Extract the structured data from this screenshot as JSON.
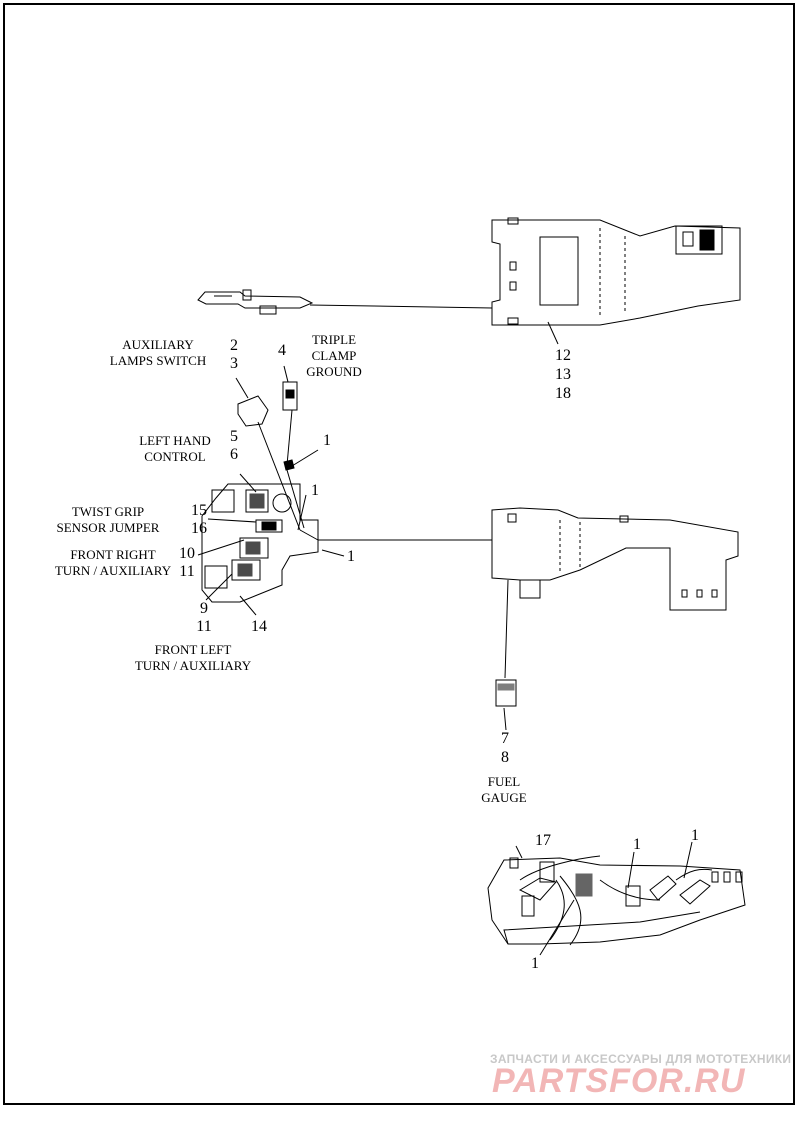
{
  "labels": {
    "auxiliary_lamps_switch": [
      "AUXILIARY",
      "LAMPS SWITCH"
    ],
    "triple_clamp_ground": [
      "TRIPLE",
      "CLAMP",
      "GROUND"
    ],
    "left_hand_control": [
      "LEFT HAND",
      "CONTROL"
    ],
    "twist_grip_sensor_jumper": [
      "TWIST GRIP",
      "SENSOR JUMPER"
    ],
    "front_right_turn": [
      "FRONT RIGHT",
      "TURN / AUXILIARY"
    ],
    "front_left_turn": [
      "FRONT LEFT",
      "TURN / AUXILIARY"
    ],
    "fuel_gauge": [
      "FUEL",
      "GAUGE"
    ]
  },
  "callouts": {
    "c2": "2",
    "c3": "3",
    "c4": "4",
    "c5": "5",
    "c6": "6",
    "c1_a": "1",
    "c1_b": "1",
    "c1_c": "1",
    "c15": "15",
    "c16": "16",
    "c10": "10",
    "c11_a": "11",
    "c9": "9",
    "c11_b": "11",
    "c14": "14",
    "c12": "12",
    "c13": "13",
    "c18": "18",
    "c7": "7",
    "c8": "8",
    "c17": "17",
    "c1_d": "1",
    "c1_e": "1",
    "c1_f": "1"
  },
  "watermark": {
    "line1": "ЗАПЧАСТИ И АКСЕССУАРЫ ДЛЯ МОТОТЕХНИКИ",
    "line2": "PARTSFOR.RU"
  }
}
